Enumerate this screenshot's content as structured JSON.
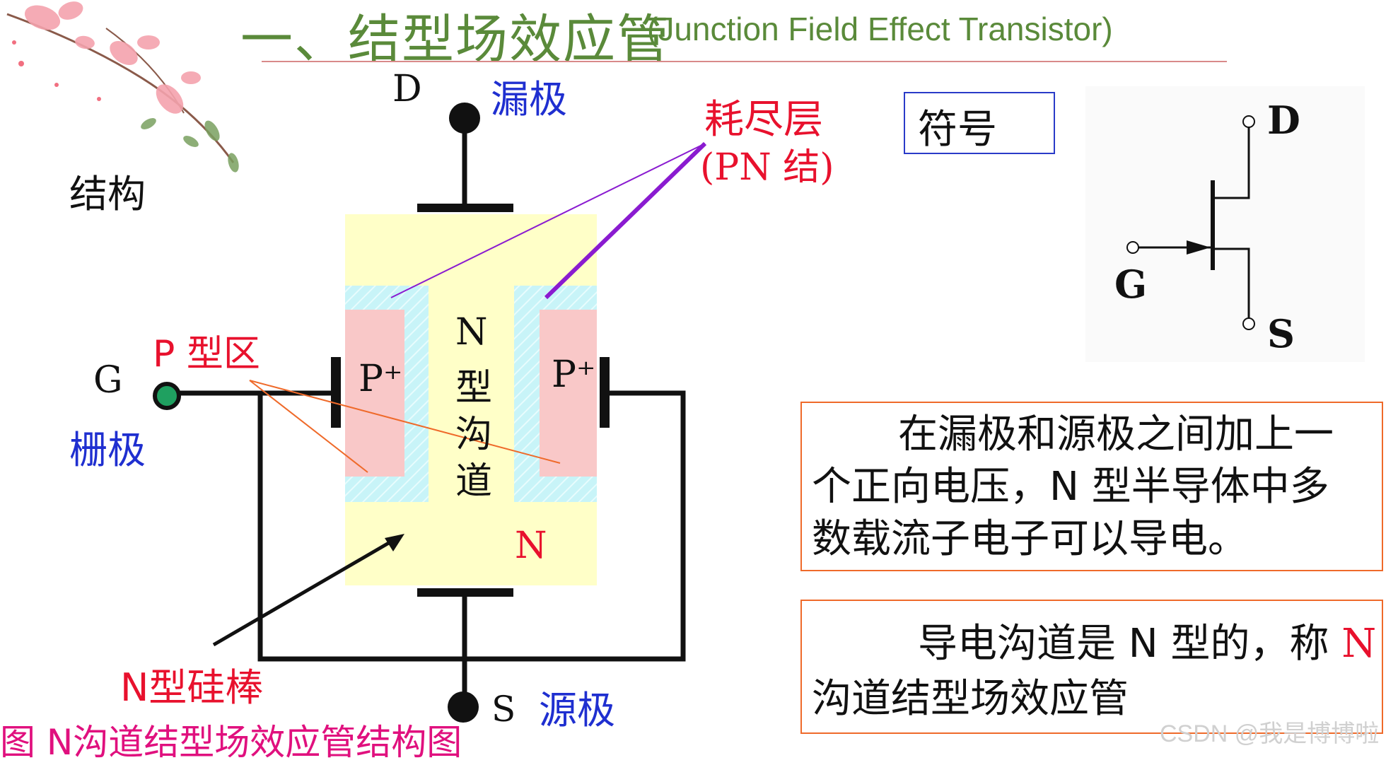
{
  "title": {
    "main": "一、结型场效应管",
    "english": "(Junction Field Effect Transistor)"
  },
  "labels": {
    "structure": "结构",
    "drain_letter": "D",
    "drain_name": "漏极",
    "source_letter": "S",
    "source_name": "源极",
    "gate_letter": "G",
    "gate_name": "栅极",
    "depletion_line1": "耗尽层",
    "depletion_line2": "(PN 结)",
    "p_region": "P 型区",
    "p_plus_left": "P⁺",
    "p_plus_right": "P⁺",
    "channel_n": "N",
    "channel_chars": [
      "型",
      "沟",
      "道"
    ],
    "n_body": "N",
    "n_bar": "N型硅棒"
  },
  "symbol": {
    "label": "符号",
    "d": "D",
    "g": "G",
    "s": "S"
  },
  "notes": {
    "note1_lines": [
      "在漏极和源极之间加上一",
      "个正向电压，N 型半导体中多",
      "数载流子电子可以导电。"
    ],
    "note2_line1": "导电沟道是 N 型的，称 ",
    "note2_line1_red": "N",
    "note2_line2": "沟道结型场效应管"
  },
  "caption": "图 N沟道结型场效应管结构图",
  "watermark": "CSDN @我是博博啦",
  "colors": {
    "title_green": "#5a8a3a",
    "label_blue": "#1f2fd0",
    "label_red": "#e8112d",
    "n_body_fill": "#ffffc8",
    "depletion_fill": "#c8f4f8",
    "p_fill": "#f9c8c8",
    "note_border": "#ef6a2a",
    "caption_magenta": "#e0107e"
  }
}
